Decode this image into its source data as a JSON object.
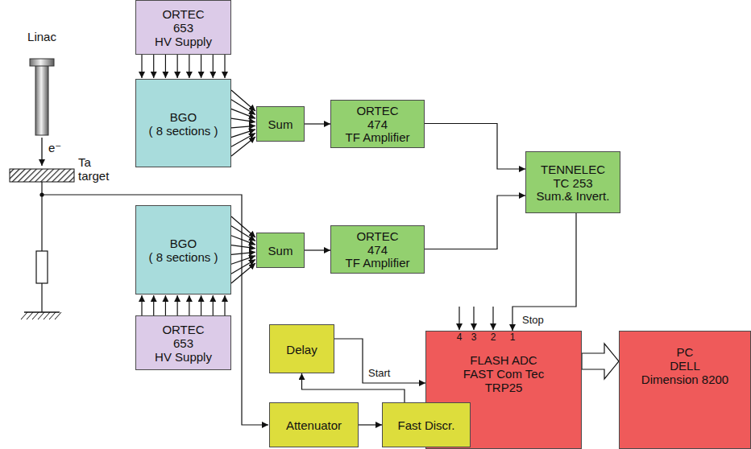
{
  "diagram": {
    "nodes": [
      {
        "text": [
          "ORTEC 653 HV Supply"
        ]
      },
      {
        "text": [
          "BGO",
          "( 8 sections )"
        ]
      },
      {
        "text": [
          "Sum"
        ]
      },
      {
        "text": [
          "ORTEC 474 TF Amplifier"
        ]
      },
      {
        "text": [
          "TENNELEC TC 253 Sum.& Invert."
        ]
      },
      {
        "text": [
          "BGO",
          "( 8 sections )"
        ]
      },
      {
        "text": [
          "Sum"
        ]
      },
      {
        "text": [
          "ORTEC 474 TF Amplifier"
        ]
      },
      {
        "text": [
          "ORTEC 653 HV Supply"
        ]
      },
      {
        "text": [
          "Delay"
        ]
      },
      {
        "text": [
          "FLASH ADC FAST Com Tec TRP25"
        ]
      },
      {
        "text": [
          "PC DELL Dimension 8200"
        ]
      },
      {
        "text": [
          "Attenuator"
        ]
      },
      {
        "text": [
          "Fast Discr."
        ]
      }
    ],
    "edges": [
      {
        "from": 0,
        "to": 1,
        "arrow": "to"
      },
      {
        "from": 1,
        "to": 2,
        "arrow": "to"
      },
      {
        "from": 2,
        "to": 3,
        "arrow": "to"
      },
      {
        "from": 3,
        "to": 4,
        "arrow": "to"
      },
      {
        "from": 8,
        "to": 5,
        "arrow": "to"
      },
      {
        "from": 5,
        "to": 6,
        "arrow": "to"
      },
      {
        "from": 6,
        "to": 7,
        "arrow": "to"
      },
      {
        "from": 7,
        "to": 4,
        "arrow": "to"
      },
      {
        "from": 4,
        "to": 10,
        "label": "Stop",
        "arrow": "to"
      },
      {
        "from": 12,
        "to": 13,
        "arrow": "to"
      },
      {
        "from": 13,
        "to": 9,
        "arrow": "to"
      },
      {
        "from": 9,
        "to": 10,
        "label": "Start",
        "arrow": "to"
      },
      {
        "from": 10,
        "to": 11,
        "arrow": "to"
      }
    ],
    "labels": [
      "Linac",
      "e⁻",
      "Ta target",
      "4",
      "3",
      "2",
      "1"
    ]
  }
}
